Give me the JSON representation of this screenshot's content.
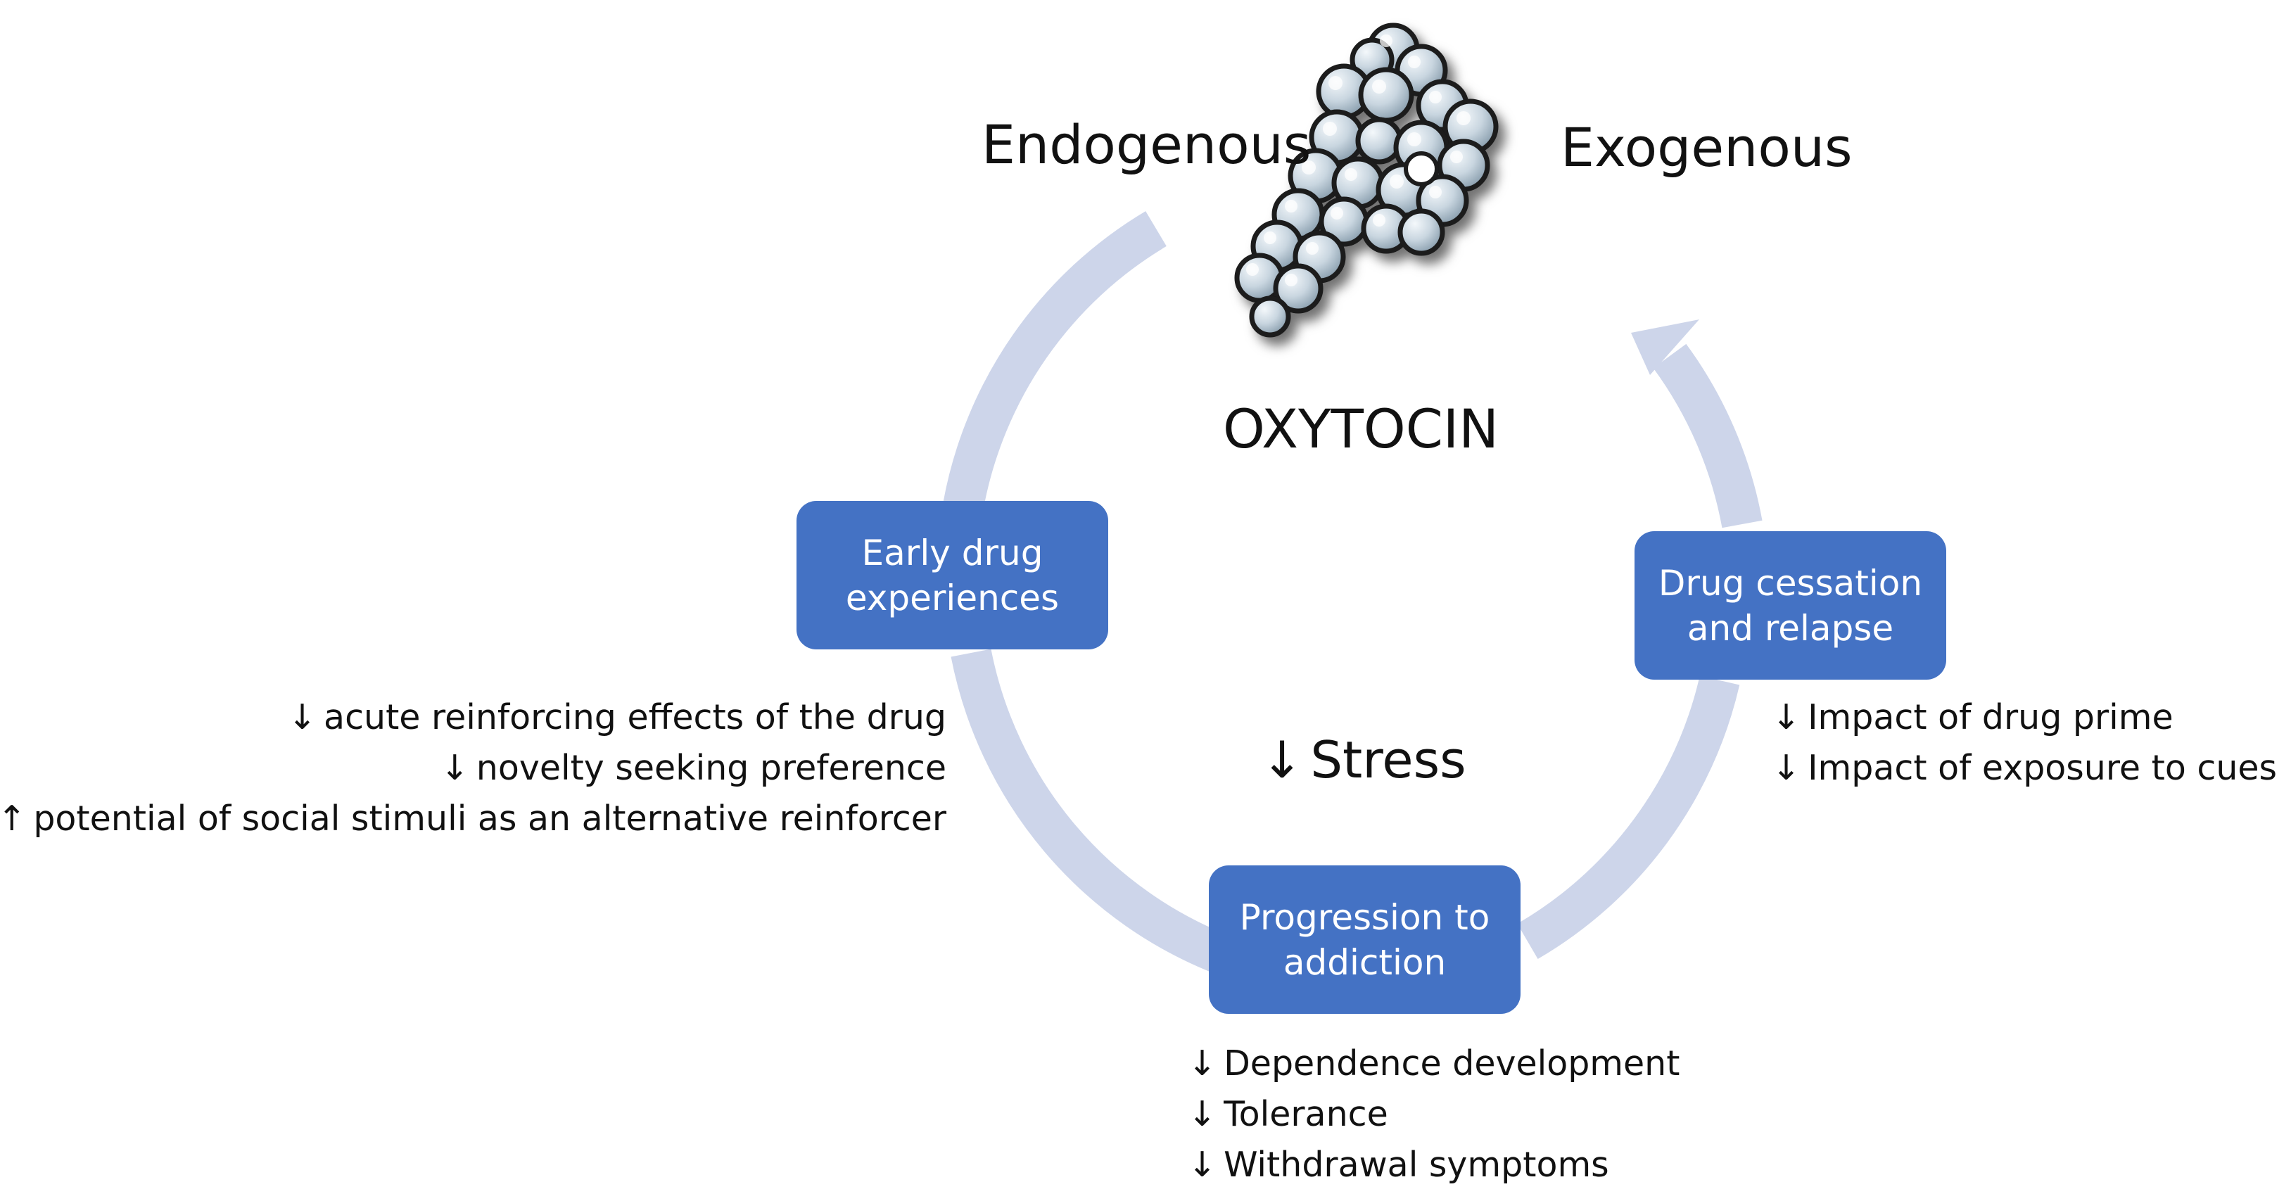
{
  "diagram": {
    "side_labels": {
      "left": "Endogenous",
      "right": "Exogenous"
    },
    "center_title": "OXYTOCIN",
    "center_effect": {
      "arrow": "↓",
      "text": "Stress"
    },
    "stages": [
      {
        "id": "early",
        "lines": [
          "Early drug",
          "experiences"
        ]
      },
      {
        "id": "progression",
        "lines": [
          "Progression to",
          "addiction"
        ]
      },
      {
        "id": "cessation",
        "lines": [
          "Drug cessation",
          "and relapse"
        ]
      }
    ],
    "effects": {
      "early": [
        {
          "arrow": "↓",
          "text": "acute reinforcing effects of the drug"
        },
        {
          "arrow": "↓",
          "text": "novelty seeking preference"
        },
        {
          "arrow": "↑",
          "text": "potential of social stimuli as an alternative reinforcer"
        }
      ],
      "progression": [
        {
          "arrow": "↓",
          "text": "Dependence development"
        },
        {
          "arrow": "↓",
          "text": "Tolerance"
        },
        {
          "arrow": "↓",
          "text": "Withdrawal symptoms"
        }
      ],
      "cessation": [
        {
          "arrow": "↓",
          "text": "Impact of drug prime"
        },
        {
          "arrow": "↓",
          "text": "Impact of exposure to cues"
        }
      ]
    },
    "colors": {
      "box_fill": "#4472c4",
      "box_text": "#ffffff",
      "ring": "#cdd5ea",
      "molecule_atom": "#c9d6e0",
      "molecule_outline": "#1a1a1a",
      "text": "#111111"
    },
    "icons": {
      "molecule": "oxytocin-molecule-icon"
    }
  }
}
